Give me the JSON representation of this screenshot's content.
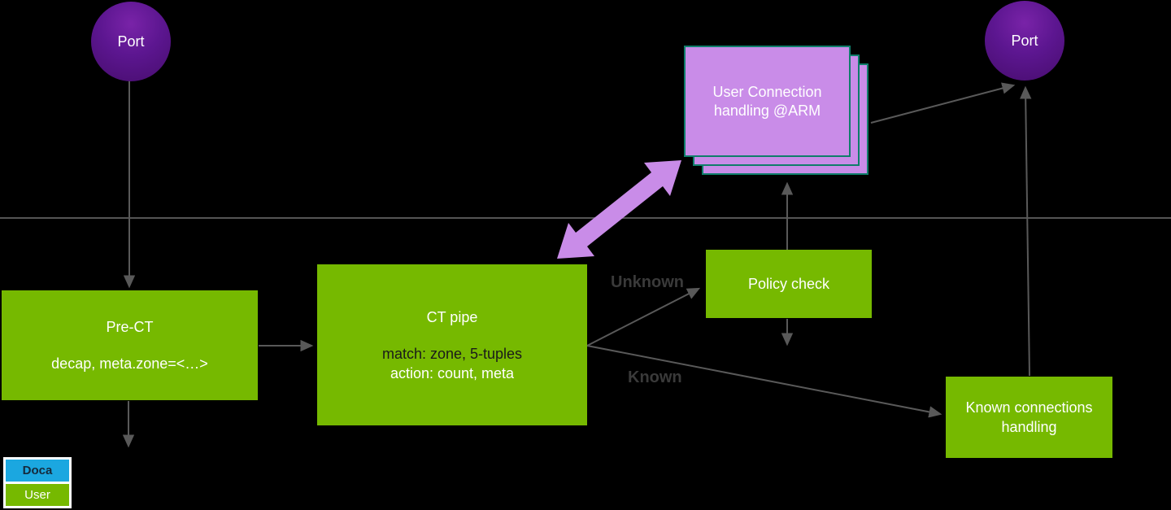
{
  "diagram": {
    "ports": {
      "left_label": "Port",
      "right_label": "Port"
    },
    "nodes": {
      "pre_ct": {
        "title": "Pre-CT",
        "detail": "decap, meta.zone=<…>"
      },
      "ct_pipe": {
        "title": "CT pipe",
        "match_line": "match: zone, 5-tuples",
        "action_line": "action: count, meta"
      },
      "policy_check": {
        "title": "Policy check"
      },
      "user_connection": {
        "line1": "User Connection",
        "line2": "handling @ARM"
      },
      "known_connections": {
        "line1": "Known connections",
        "line2": "handling"
      }
    },
    "edge_labels": {
      "unknown": "Unknown",
      "known": "Known"
    },
    "legend": {
      "items": [
        {
          "label": "Doca",
          "color": "#1ba7e0"
        },
        {
          "label": "User",
          "color": "#76b900"
        }
      ]
    },
    "colors": {
      "nvidia_green": "#76b900",
      "lavender": "#c98ce8",
      "teal_border": "#0f7e6a",
      "port_purple_top": "#7923a8",
      "port_purple_bottom": "#470d6d",
      "line_gray": "#595959",
      "edge_label_gray": "#3a3a3a",
      "doca_blue": "#1ba7e0"
    }
  }
}
